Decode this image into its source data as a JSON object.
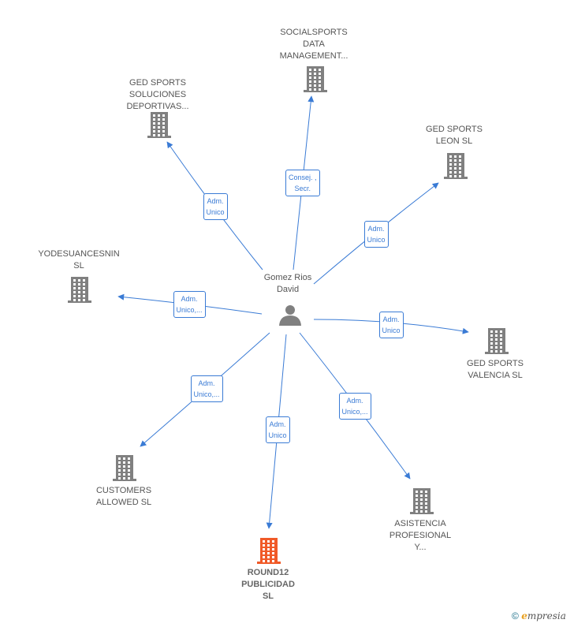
{
  "center": {
    "lines": [
      "Gomez Rios",
      "David"
    ]
  },
  "nodes": [
    {
      "id": "ged-soluciones",
      "lines": [
        "GED SPORTS",
        "SOLUCIONES",
        "DEPORTIVAS..."
      ],
      "highlight": false
    },
    {
      "id": "socialsports",
      "lines": [
        "SOCIALSPORTS",
        "DATA",
        "MANAGEMENT..."
      ],
      "highlight": false
    },
    {
      "id": "ged-leon",
      "lines": [
        "GED SPORTS",
        "LEON  SL"
      ],
      "highlight": false
    },
    {
      "id": "yodesuancesnin",
      "lines": [
        "YODESUANCESNIN",
        "SL"
      ],
      "highlight": false
    },
    {
      "id": "ged-valencia",
      "lines": [
        "GED SPORTS",
        "VALENCIA  SL"
      ],
      "highlight": false
    },
    {
      "id": "customers",
      "lines": [
        "CUSTOMERS",
        "ALLOWED  SL"
      ],
      "highlight": false
    },
    {
      "id": "round12",
      "lines": [
        "ROUND12",
        "PUBLICIDAD",
        "SL"
      ],
      "highlight": true
    },
    {
      "id": "asistencia",
      "lines": [
        "ASISTENCIA",
        "PROFESIONAL",
        "Y..."
      ],
      "highlight": false
    }
  ],
  "edges": [
    {
      "to": "ged-soluciones",
      "lines": [
        "Adm.",
        "Unico"
      ]
    },
    {
      "to": "socialsports",
      "lines": [
        "Consej. ,",
        "Secr."
      ]
    },
    {
      "to": "ged-leon",
      "lines": [
        "Adm.",
        "Unico"
      ]
    },
    {
      "to": "yodesuancesnin",
      "lines": [
        "Adm.",
        "Unico,..."
      ]
    },
    {
      "to": "ged-valencia",
      "lines": [
        "Adm.",
        "Unico"
      ]
    },
    {
      "to": "customers",
      "lines": [
        "Adm.",
        "Unico,..."
      ]
    },
    {
      "to": "round12",
      "lines": [
        "Adm.",
        "Unico"
      ]
    },
    {
      "to": "asistencia",
      "lines": [
        "Adm.",
        "Unico,..."
      ]
    }
  ],
  "colors": {
    "edge": "#3a7bd5",
    "building": "#808080",
    "highlight": "#f05a28",
    "person": "#808080"
  },
  "footer": {
    "copyright": "©",
    "brand_rest": "mpresia",
    "brand_e": "e"
  }
}
